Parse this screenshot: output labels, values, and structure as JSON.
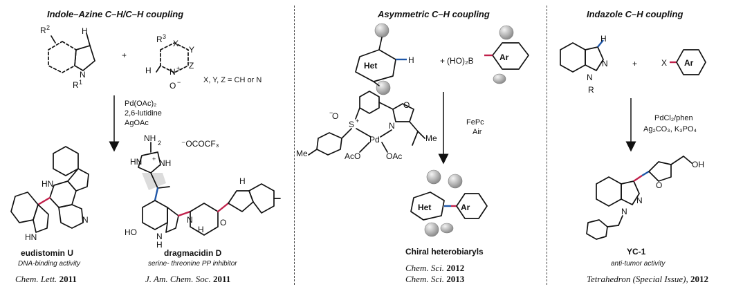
{
  "sections": [
    {
      "header": "Indole–Azine C–H/C–H coupling",
      "conditions_note": "X, Y, Z = CH or N",
      "reagents": [
        "Pd(OAc)₂",
        "2,6-lutidine",
        "AgOAc"
      ],
      "products": [
        {
          "name": "eudistomin U",
          "activity": "DNA-binding activity",
          "journal": "Chem. Lett.",
          "year": "2011"
        },
        {
          "name": "dragmacidin D",
          "activity": "serine- threonine PP inhibitor",
          "journal": "J. Am. Chem. Soc.",
          "year": "2011"
        }
      ],
      "counterion": "⁻OCOCF₃"
    },
    {
      "header": "Asymmetric  C–H coupling",
      "reagents": [
        "FePc",
        "Air"
      ],
      "boronic_label": "(HO)₂B",
      "het_label": "Het",
      "ar_label": "Ar",
      "product_name": "Chiral heterobiaryls",
      "citations": [
        {
          "journal": "Chem. Sci.",
          "year": "2012"
        },
        {
          "journal": "Chem. Sci.",
          "year": "2013"
        }
      ]
    },
    {
      "header": "Indazole C–H coupling",
      "reagents": [
        "PdCl₂/phen",
        "Ag₂CO₃, K₃PO₄"
      ],
      "x_label": "X",
      "ar_label": "Ar",
      "product": {
        "name": "YC-1",
        "activity": "anti-tumor activity",
        "journal": "Tetrahedron (Special Issue)",
        "year": "2012"
      }
    }
  ],
  "plus_sign": "+",
  "colors": {
    "link_red": "#c0204a",
    "link_blue": "#1e56a8",
    "boron_magenta": "#a0175c",
    "ball_grey": "#b5b5b5"
  }
}
